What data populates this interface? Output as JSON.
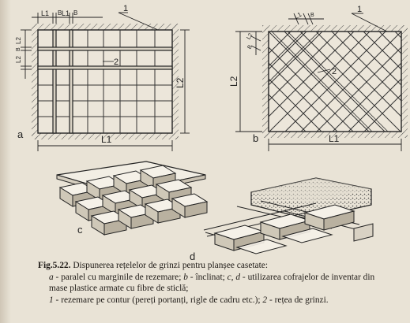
{
  "figure": {
    "panel_a": {
      "letter": "a",
      "dim_h": "L1",
      "dim_v": "L2",
      "dim_top": [
        "L1",
        "B",
        "L1",
        "B"
      ],
      "dim_left": [
        "L2",
        "L2",
        "B"
      ],
      "label_1": "1",
      "label_2": "2"
    },
    "panel_b": {
      "letter": "b",
      "dim_h": "L1",
      "dim_v": "L2",
      "dim_top": [
        "L1",
        "B"
      ],
      "dim_left": [
        "L2",
        "B"
      ],
      "label_1": "1",
      "label_2": "2"
    },
    "panel_c": {
      "letter": "c"
    },
    "panel_d": {
      "letter": "d"
    }
  },
  "caption": {
    "number": "Fig.5.22.",
    "title": "Dispunerea rețelelor de grinzi pentru planșee casetate:",
    "line_a_italic": "a",
    "line_a_text": " - paralel cu marginile de rezemare; ",
    "line_b_italic": "b",
    "line_b_text": " - înclinat; ",
    "line_cd_italic": "c, d",
    "line_cd_text": " - utilizarea cofrajelor de inventar din",
    "line2": "mase plastice armate cu fibre de sticlă;",
    "line3_num1": "1",
    "line3_text1": " - rezemare pe contur (pereți portanți, rigle de cadru etc.); ",
    "line3_num2": "2",
    "line3_text2": " - rețea de grinzi."
  }
}
